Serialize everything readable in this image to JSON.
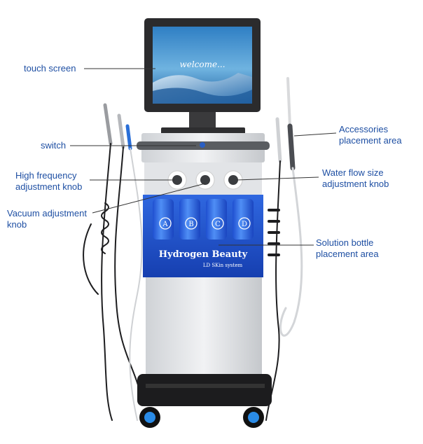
{
  "labels": {
    "touch_screen": "touch screen",
    "switch": "switch",
    "high_frequency": "High frequency adjustment knob",
    "vacuum": "Vacuum adjustment knob",
    "accessories": "Accessories placement area",
    "water_flow": "Water flow size adjustment knob",
    "solution_bottle": "Solution bottle placement area"
  },
  "screen_text": "welcome...",
  "bottles": [
    "A",
    "B",
    "C",
    "D"
  ],
  "brand": {
    "name": "Hydrogen Beauty",
    "subtitle": "LD SKin system"
  },
  "colors": {
    "label_text": "#1e4fa3",
    "bottle_panel": "#1a4fcf",
    "screen_sky": "#3a86c8"
  }
}
